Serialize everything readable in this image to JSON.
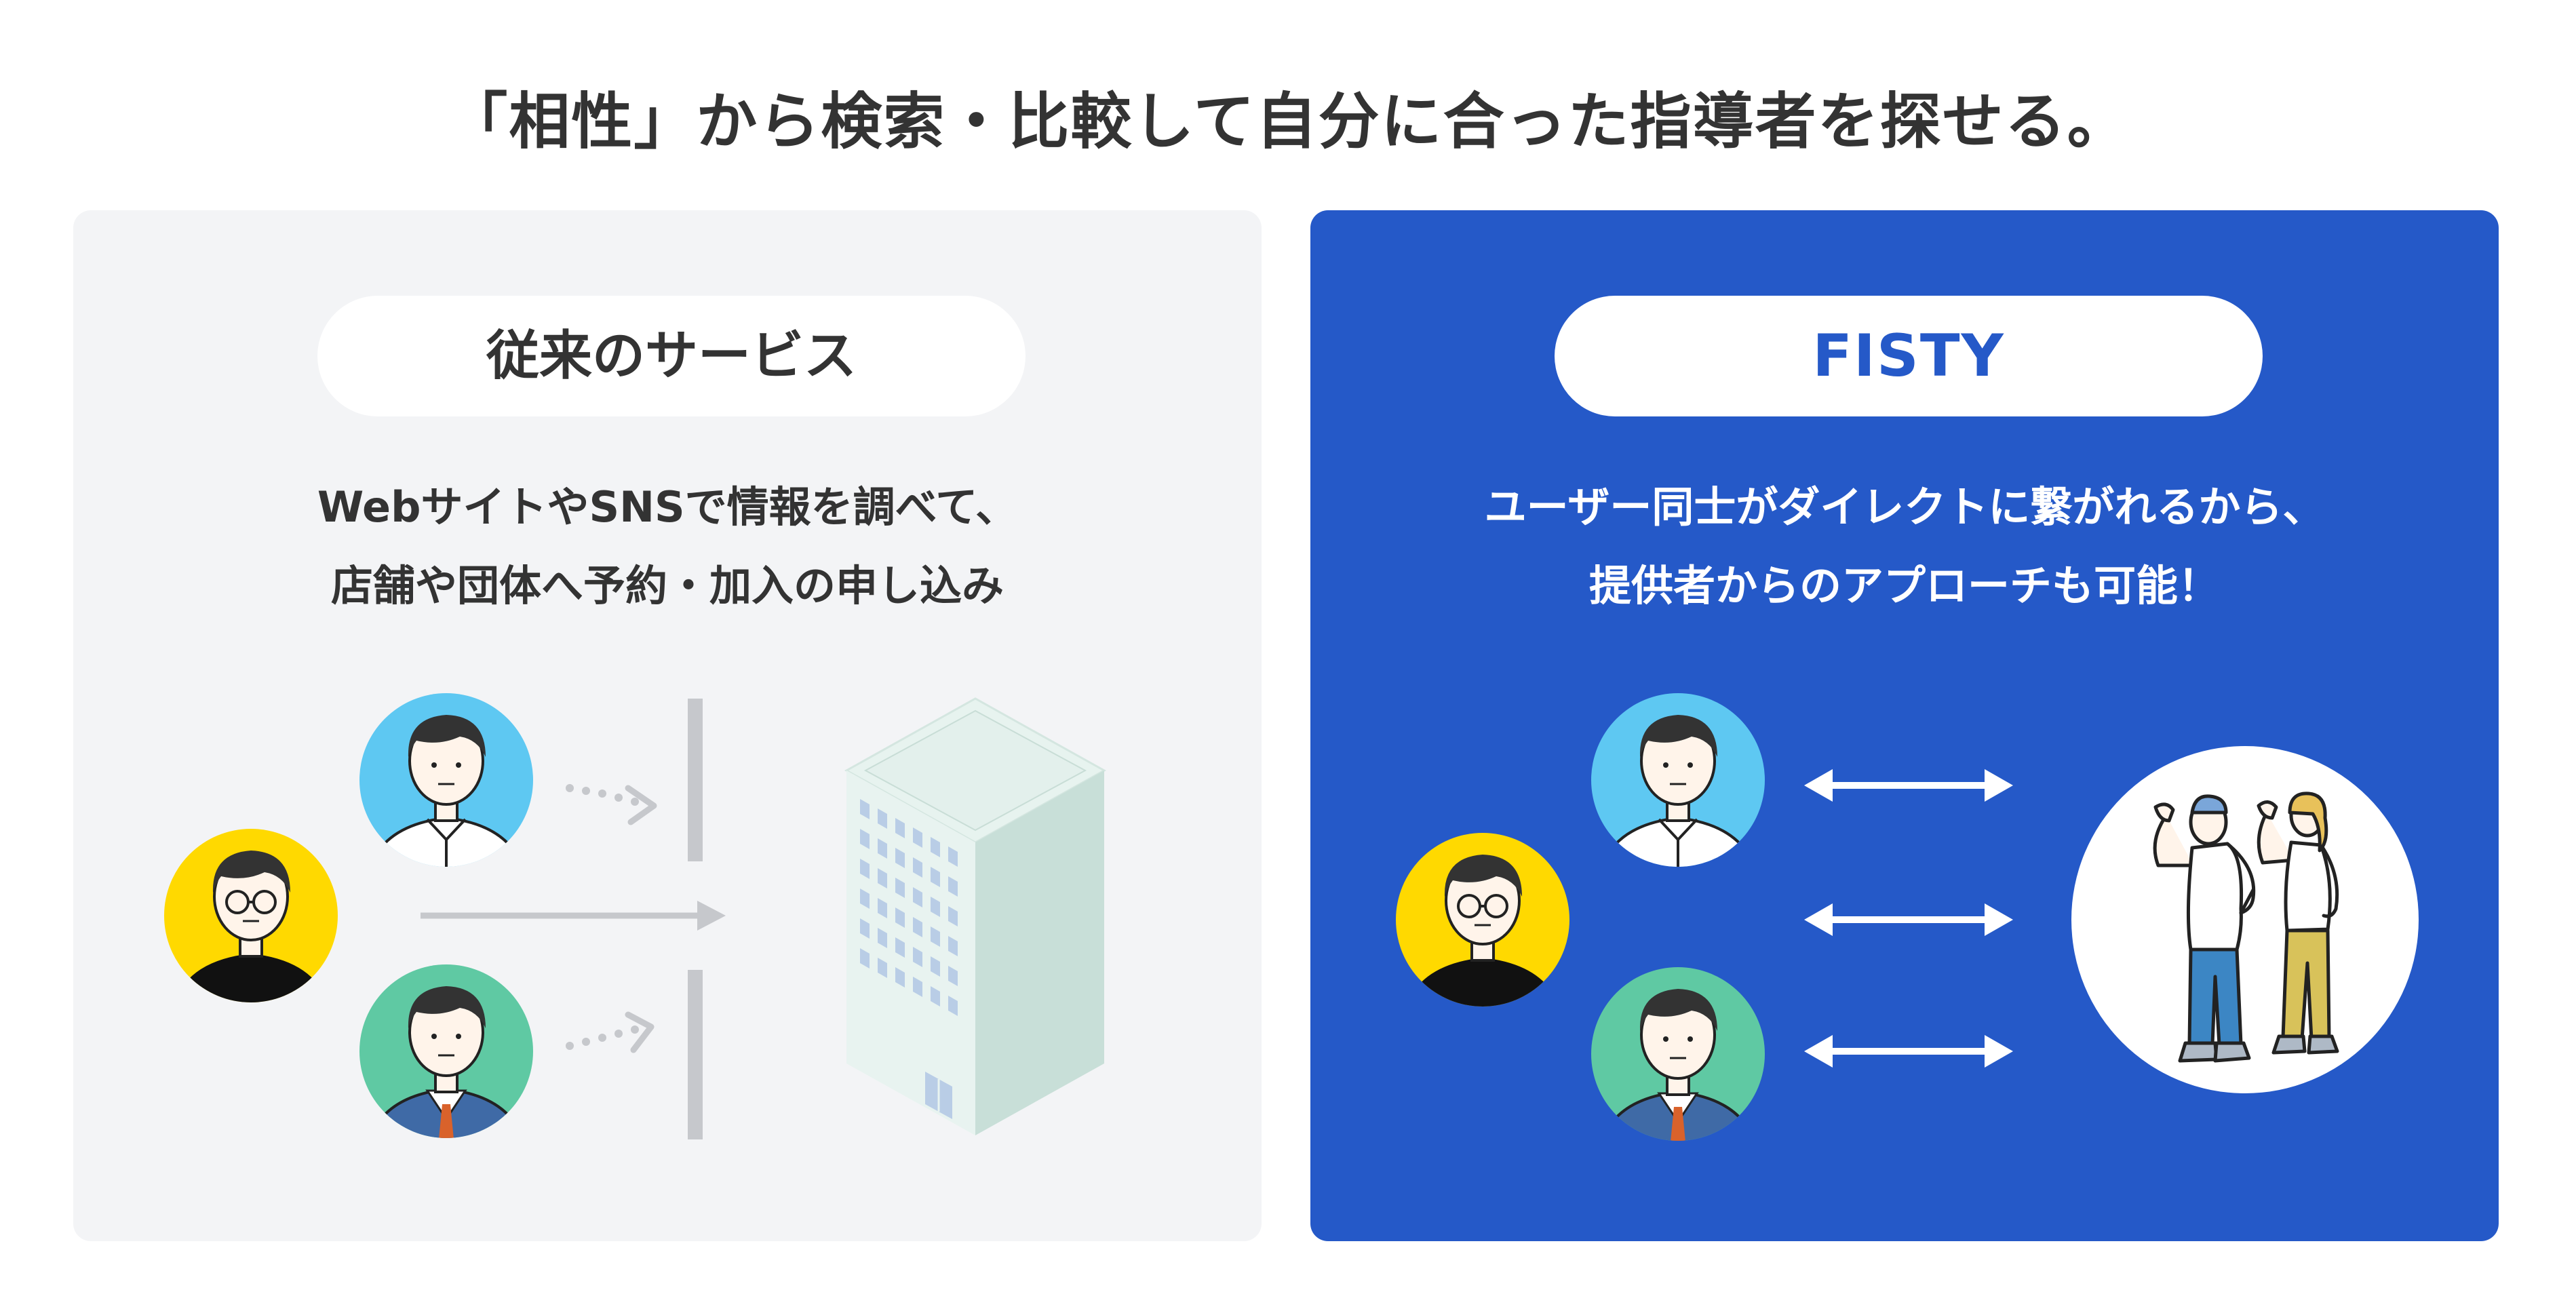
{
  "headline": "「相性」から検索・比較して自分に合った指導者を探せる。",
  "left_panel": {
    "label": "従来のサービス",
    "desc_line1": "WebサイトやSNSで情報を調べて、",
    "desc_line2": "店舗や団体へ予約・加入の申し込み"
  },
  "right_panel": {
    "label": "FISTY",
    "desc_line1": "ユーザー同士がダイレクトに繋がれるから、",
    "desc_line2": "提供者からのアプローチも可能！"
  },
  "colors": {
    "accent_blue": "#2559c8",
    "panel_gray": "#f3f4f6",
    "avatar_blue": "#5ec8f2",
    "avatar_yellow": "#ffd900",
    "avatar_green": "#5fc9a3"
  }
}
